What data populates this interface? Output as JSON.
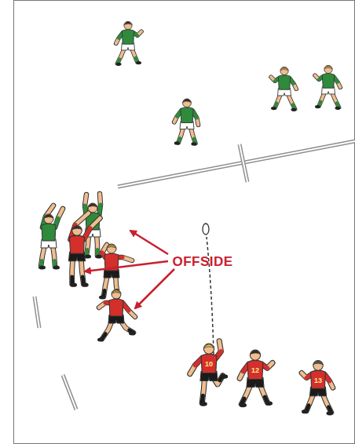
{
  "diagram": {
    "labels": [
      "OFFSIDE",
      "10",
      "12",
      "13"
    ]
  }
}
